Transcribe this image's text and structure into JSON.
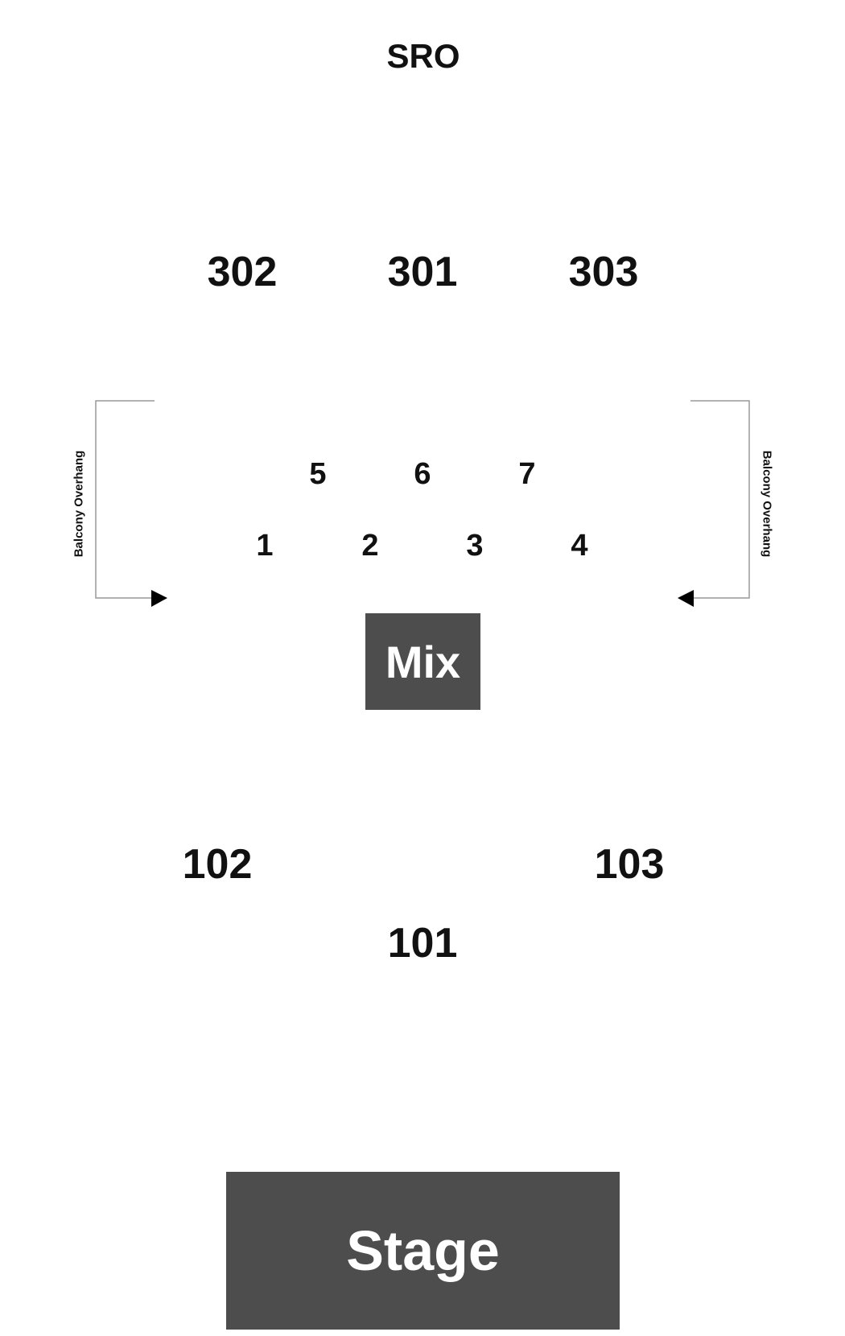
{
  "venue_map": {
    "sro_label": "SRO",
    "upper_sections": [
      "302",
      "301",
      "303"
    ],
    "middle_row_top": [
      "5",
      "6",
      "7"
    ],
    "middle_row_bottom": [
      "1",
      "2",
      "3",
      "4"
    ],
    "mix_label": "Mix",
    "floor_sections": [
      "102",
      "103",
      "101"
    ],
    "stage_label": "Stage",
    "balcony_overhang_label": "Balcony Overhang"
  },
  "colors": {
    "block_fill": "#4d4d4d",
    "block_text": "#ffffff",
    "text": "#111111",
    "bracket_line": "#999999"
  }
}
